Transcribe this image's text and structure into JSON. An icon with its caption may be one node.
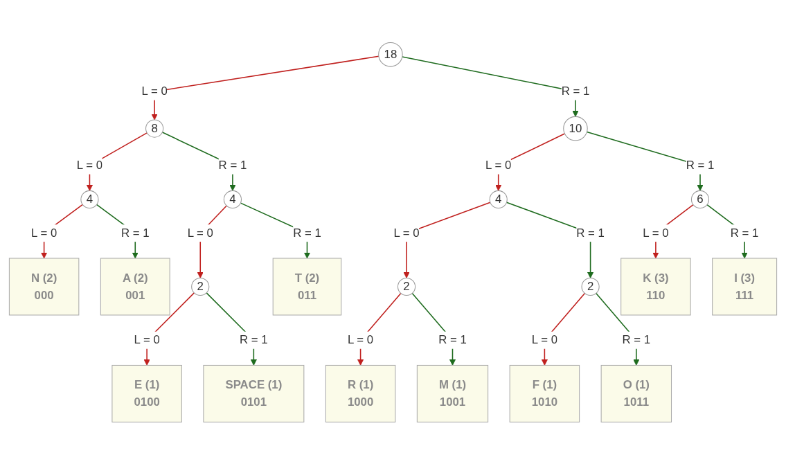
{
  "diagram": {
    "nodes": [
      {
        "text": [
          "18"
        ]
      },
      {
        "text": [
          "8"
        ]
      },
      {
        "text": [
          "10"
        ]
      },
      {
        "text": [
          "4"
        ]
      },
      {
        "text": [
          "4"
        ]
      },
      {
        "text": [
          "4"
        ]
      },
      {
        "text": [
          "6"
        ]
      },
      {
        "text": [
          "N (2)",
          "000"
        ]
      },
      {
        "text": [
          "A (2)",
          "001"
        ]
      },
      {
        "text": [
          "2"
        ]
      },
      {
        "text": [
          "T (2)",
          "011"
        ]
      },
      {
        "text": [
          "2"
        ]
      },
      {
        "text": [
          "2"
        ]
      },
      {
        "text": [
          "K (3)",
          "110"
        ]
      },
      {
        "text": [
          "I (3)",
          "111"
        ]
      },
      {
        "text": [
          "E (1)",
          "0100"
        ]
      },
      {
        "text": [
          "SPACE (1)",
          "0101"
        ]
      },
      {
        "text": [
          "R (1)",
          "1000"
        ]
      },
      {
        "text": [
          "M (1)",
          "1001"
        ]
      },
      {
        "text": [
          "F (1)",
          "1010"
        ]
      },
      {
        "text": [
          "O (1)",
          "1011"
        ]
      }
    ],
    "edges": [
      {
        "from": 0,
        "to": 1,
        "arrow": "to",
        "label": "L = 0",
        "color": "#c0201e"
      },
      {
        "from": 0,
        "to": 2,
        "arrow": "to",
        "label": "R = 1",
        "color": "#1e6b1e"
      },
      {
        "from": 1,
        "to": 3,
        "arrow": "to",
        "label": "L = 0",
        "color": "#c0201e"
      },
      {
        "from": 1,
        "to": 4,
        "arrow": "to",
        "label": "R = 1",
        "color": "#1e6b1e"
      },
      {
        "from": 2,
        "to": 5,
        "arrow": "to",
        "label": "L = 0",
        "color": "#c0201e"
      },
      {
        "from": 2,
        "to": 6,
        "arrow": "to",
        "label": "R = 1",
        "color": "#1e6b1e"
      },
      {
        "from": 3,
        "to": 7,
        "arrow": "to",
        "label": "L = 0",
        "color": "#c0201e"
      },
      {
        "from": 3,
        "to": 8,
        "arrow": "to",
        "label": "R = 1",
        "color": "#1e6b1e"
      },
      {
        "from": 4,
        "to": 9,
        "arrow": "to",
        "label": "L = 0",
        "color": "#c0201e"
      },
      {
        "from": 4,
        "to": 10,
        "arrow": "to",
        "label": "R = 1",
        "color": "#1e6b1e"
      },
      {
        "from": 5,
        "to": 11,
        "arrow": "to",
        "label": "L = 0",
        "color": "#c0201e"
      },
      {
        "from": 5,
        "to": 12,
        "arrow": "to",
        "label": "R = 1",
        "color": "#1e6b1e"
      },
      {
        "from": 6,
        "to": 13,
        "arrow": "to",
        "label": "L = 0",
        "color": "#c0201e"
      },
      {
        "from": 6,
        "to": 14,
        "arrow": "to",
        "label": "R = 1",
        "color": "#1e6b1e"
      },
      {
        "from": 9,
        "to": 15,
        "arrow": "to",
        "label": "L = 0",
        "color": "#c0201e"
      },
      {
        "from": 9,
        "to": 16,
        "arrow": "to",
        "label": "R = 1",
        "color": "#1e6b1e"
      },
      {
        "from": 11,
        "to": 17,
        "arrow": "to",
        "label": "L = 0",
        "color": "#c0201e"
      },
      {
        "from": 11,
        "to": 18,
        "arrow": "to",
        "label": "R = 1",
        "color": "#1e6b1e"
      },
      {
        "from": 12,
        "to": 19,
        "arrow": "to",
        "label": "L = 0",
        "color": "#c0201e"
      },
      {
        "from": 12,
        "to": 20,
        "arrow": "to",
        "label": "R = 1",
        "color": "#1e6b1e"
      }
    ]
  }
}
